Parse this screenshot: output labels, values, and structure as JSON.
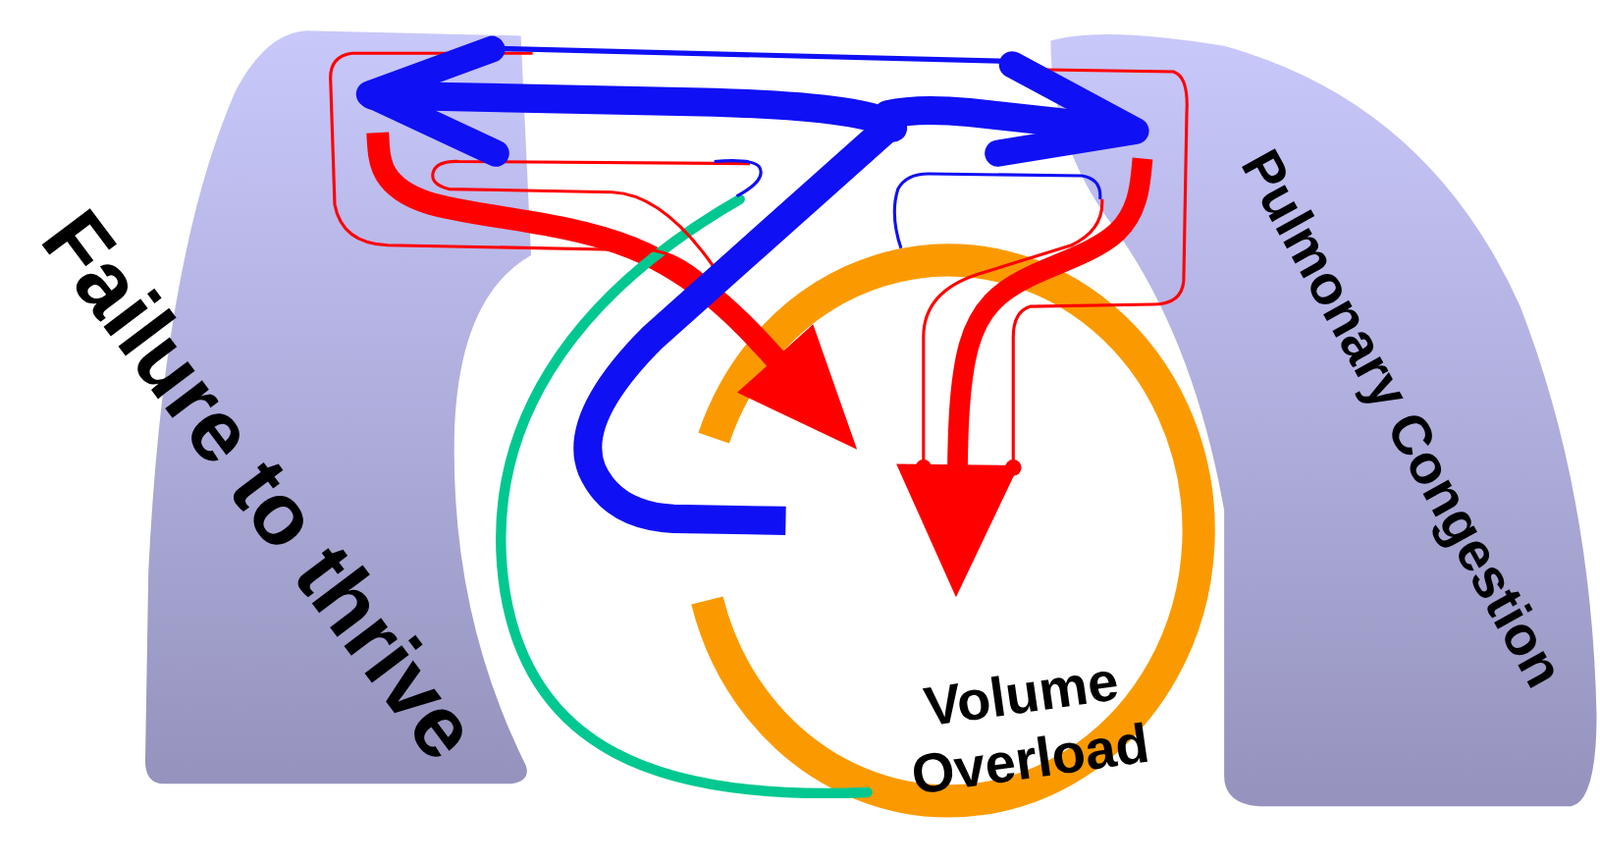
{
  "diagram": {
    "nodes": [
      {
        "text": [
          "Failure to thrive"
        ]
      },
      {
        "text": [
          "Pulmonary Congestion"
        ]
      },
      {
        "text": [
          "Volume Overload"
        ]
      }
    ],
    "edges": [
      {
        "from": 0,
        "to": 2,
        "arrow": "to"
      },
      {
        "from": 1,
        "to": 2,
        "arrow": "to"
      }
    ]
  }
}
